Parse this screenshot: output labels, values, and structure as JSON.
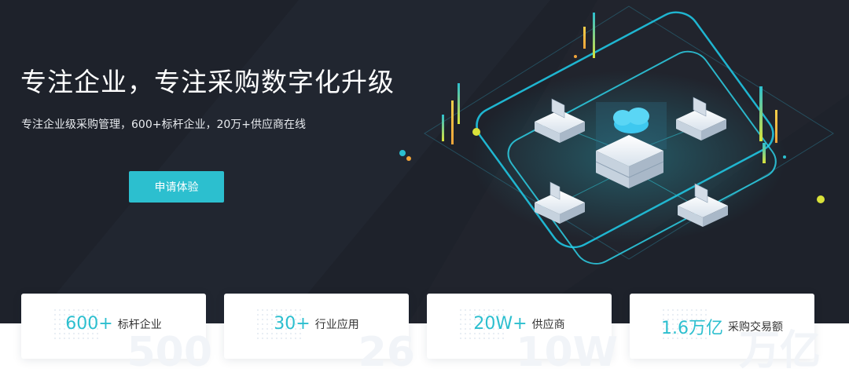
{
  "hero": {
    "title": "专注企业，专注采购数字化升级",
    "subtitle": "专注企业级采购管理，600+标杆企业，20万+供应商在线",
    "cta_label": "申请体验"
  },
  "stats": [
    {
      "value": "600+",
      "label": "标杆企业",
      "ghost": "500"
    },
    {
      "value": "30+",
      "label": "行业应用",
      "ghost": "26"
    },
    {
      "value": "20W+",
      "label": "供应商",
      "ghost": "10W"
    },
    {
      "value": "1.6万亿",
      "label": "采购交易额",
      "ghost": "万亿"
    }
  ],
  "colors": {
    "background": "#1e222b",
    "accent": "#2cbfcf",
    "card": "#ffffff"
  },
  "icons": [
    "cloud-server-icon",
    "laptop-icon"
  ]
}
